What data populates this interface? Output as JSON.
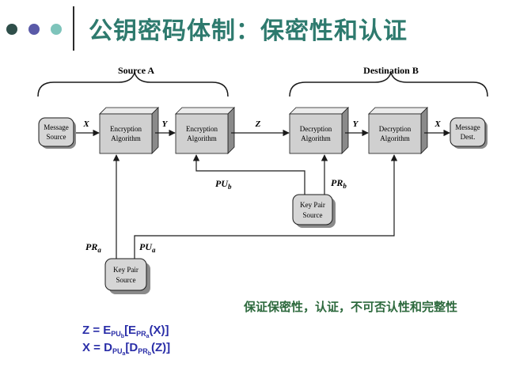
{
  "slide": {
    "title": "公钥密码体制：保密性和认证",
    "summary": "保证保密性，认证，不可否认性和完整性"
  },
  "colors": {
    "title": "#2e7a6e",
    "dot1": "#2f4f4a",
    "dot2": "#5a5aa8",
    "dot3": "#7ec4bb",
    "summary": "#2e6a3e",
    "formula": "#2a2ea8",
    "box_front": "#d0d0d0",
    "box_top": "#ebebeb",
    "box_side": "#8a8a8a",
    "line": "#1a1a1a"
  },
  "diagram": {
    "source_label": "Source A",
    "destination_label": "Destination B",
    "message_source": [
      "Message",
      "Source"
    ],
    "encryption_1": [
      "Encryption",
      "Algorithm"
    ],
    "encryption_2": [
      "Encryption",
      "Algorithm"
    ],
    "decryption_1": [
      "Decryption",
      "Algorithm"
    ],
    "decryption_2": [
      "Decryption",
      "Algorithm"
    ],
    "message_dest": [
      "Message",
      "Dest."
    ],
    "key_pair_b": [
      "Key Pair",
      "Source"
    ],
    "key_pair_a": [
      "Key Pair",
      "Source"
    ],
    "label_x1": "X",
    "label_y1": "Y",
    "label_z": "Z",
    "label_y2": "Y",
    "label_x2": "X",
    "pu_b": {
      "base": "PU",
      "sub": "b"
    },
    "pr_b": {
      "base": "PR",
      "sub": "b"
    },
    "pr_a": {
      "base": "PR",
      "sub": "a"
    },
    "pu_a": {
      "base": "PU",
      "sub": "a"
    }
  },
  "formulas": {
    "line1": {
      "lhs": "Z = E",
      "sub1": "PU",
      "sub1_sub": "b",
      "mid": "[E",
      "sub2": "PR",
      "sub2_sub": "a",
      "tail": "(X)]"
    },
    "line2": {
      "lhs": "X = D",
      "sub1": "PU",
      "sub1_sub": "a",
      "mid": "[D",
      "sub2": "PR",
      "sub2_sub": "b",
      "tail": "(Z)]"
    }
  }
}
